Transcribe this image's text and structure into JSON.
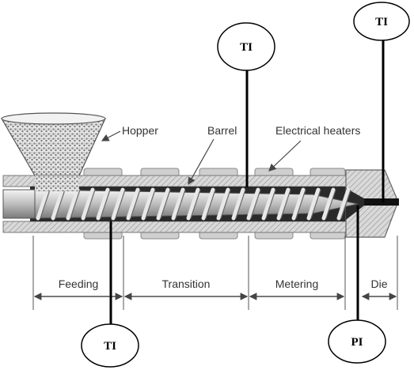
{
  "labels": {
    "hopper": "Hopper",
    "barrel": "Barrel",
    "heaters": "Electrical heaters"
  },
  "zones": {
    "feeding": "Feeding",
    "transition": "Transition",
    "metering": "Metering",
    "die": "Die"
  },
  "instruments": {
    "ti_top_middle": "TI",
    "ti_top_right": "TI",
    "ti_bottom_left": "TI",
    "pi_bottom_right": "PI"
  }
}
